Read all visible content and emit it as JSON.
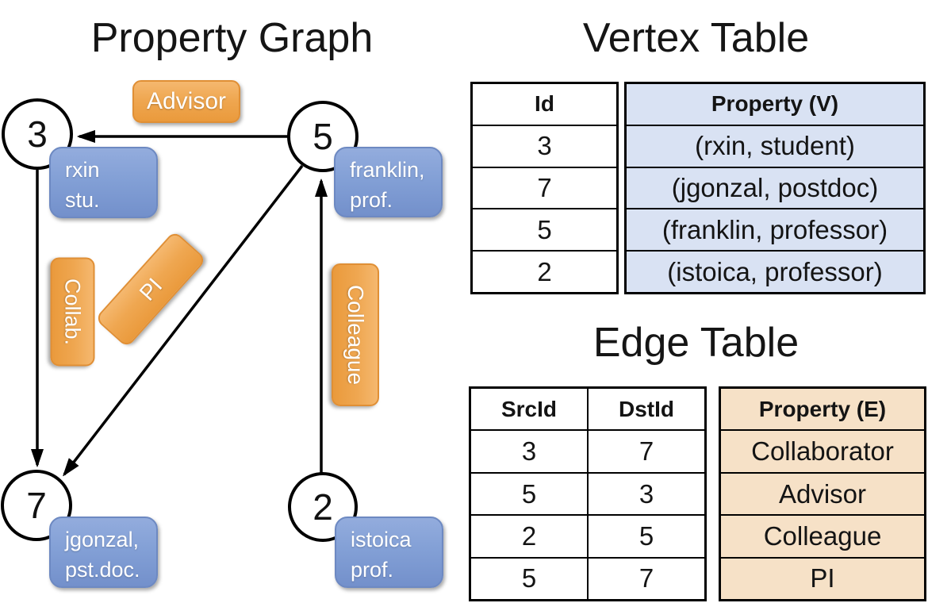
{
  "graph": {
    "title": "Property Graph",
    "nodes": [
      {
        "id": "3",
        "box_line1": "rxin",
        "box_line2": "stu."
      },
      {
        "id": "5",
        "box_line1": "franklin,",
        "box_line2": "prof."
      },
      {
        "id": "7",
        "box_line1": "jgonzal,",
        "box_line2": "pst.doc."
      },
      {
        "id": "2",
        "box_line1": "istoica",
        "box_line2": "prof."
      }
    ],
    "edge_labels": [
      {
        "label": "Advisor"
      },
      {
        "label": "Collab."
      },
      {
        "label": "PI"
      },
      {
        "label": "Colleague"
      }
    ]
  },
  "vertex_table": {
    "title": "Vertex Table",
    "headers": {
      "id": "Id",
      "property": "Property (V)"
    },
    "rows": [
      {
        "id": "3",
        "property": "(rxin, student)"
      },
      {
        "id": "7",
        "property": "(jgonzal, postdoc)"
      },
      {
        "id": "5",
        "property": "(franklin, professor)"
      },
      {
        "id": "2",
        "property": "(istoica, professor)"
      }
    ]
  },
  "edge_table": {
    "title": "Edge Table",
    "headers": {
      "src": "SrcId",
      "dst": "DstId",
      "property": "Property (E)"
    },
    "rows": [
      {
        "src": "3",
        "dst": "7",
        "property": "Collaborator"
      },
      {
        "src": "5",
        "dst": "3",
        "property": "Advisor"
      },
      {
        "src": "2",
        "dst": "5",
        "property": "Colleague"
      },
      {
        "src": "5",
        "dst": "7",
        "property": "PI"
      }
    ]
  },
  "colors": {
    "edge_label_orange": "#EFA751",
    "vertex_box_blue": "#83A0D6",
    "vertex_cell_blue": "#D9E2F3",
    "edge_cell_tan": "#F6E1C7",
    "line_black": "#000000"
  }
}
